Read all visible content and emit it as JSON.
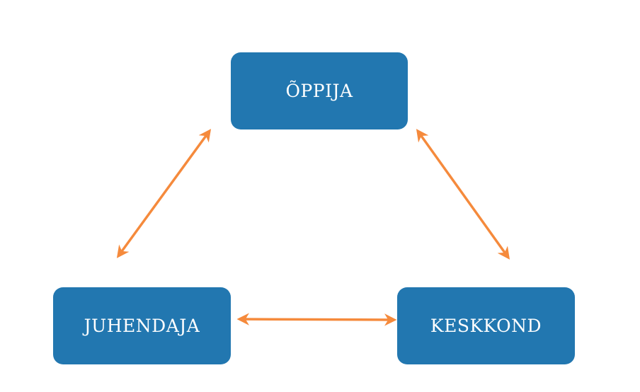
{
  "diagram": {
    "type": "triangle-relationship",
    "nodes": [
      {
        "id": "oppija",
        "label": "ÕPPIJA"
      },
      {
        "id": "juhendaja",
        "label": "JUHENDAJA"
      },
      {
        "id": "keskkond",
        "label": "KESKKOND"
      }
    ],
    "edges": [
      {
        "from": "oppija",
        "to": "juhendaja",
        "direction": "bidirectional"
      },
      {
        "from": "oppija",
        "to": "keskkond",
        "direction": "bidirectional"
      },
      {
        "from": "juhendaja",
        "to": "keskkond",
        "direction": "bidirectional"
      }
    ],
    "colors": {
      "node_fill": "#2277b0",
      "node_text": "#ffffff",
      "arrow": "#f58a3c"
    }
  }
}
